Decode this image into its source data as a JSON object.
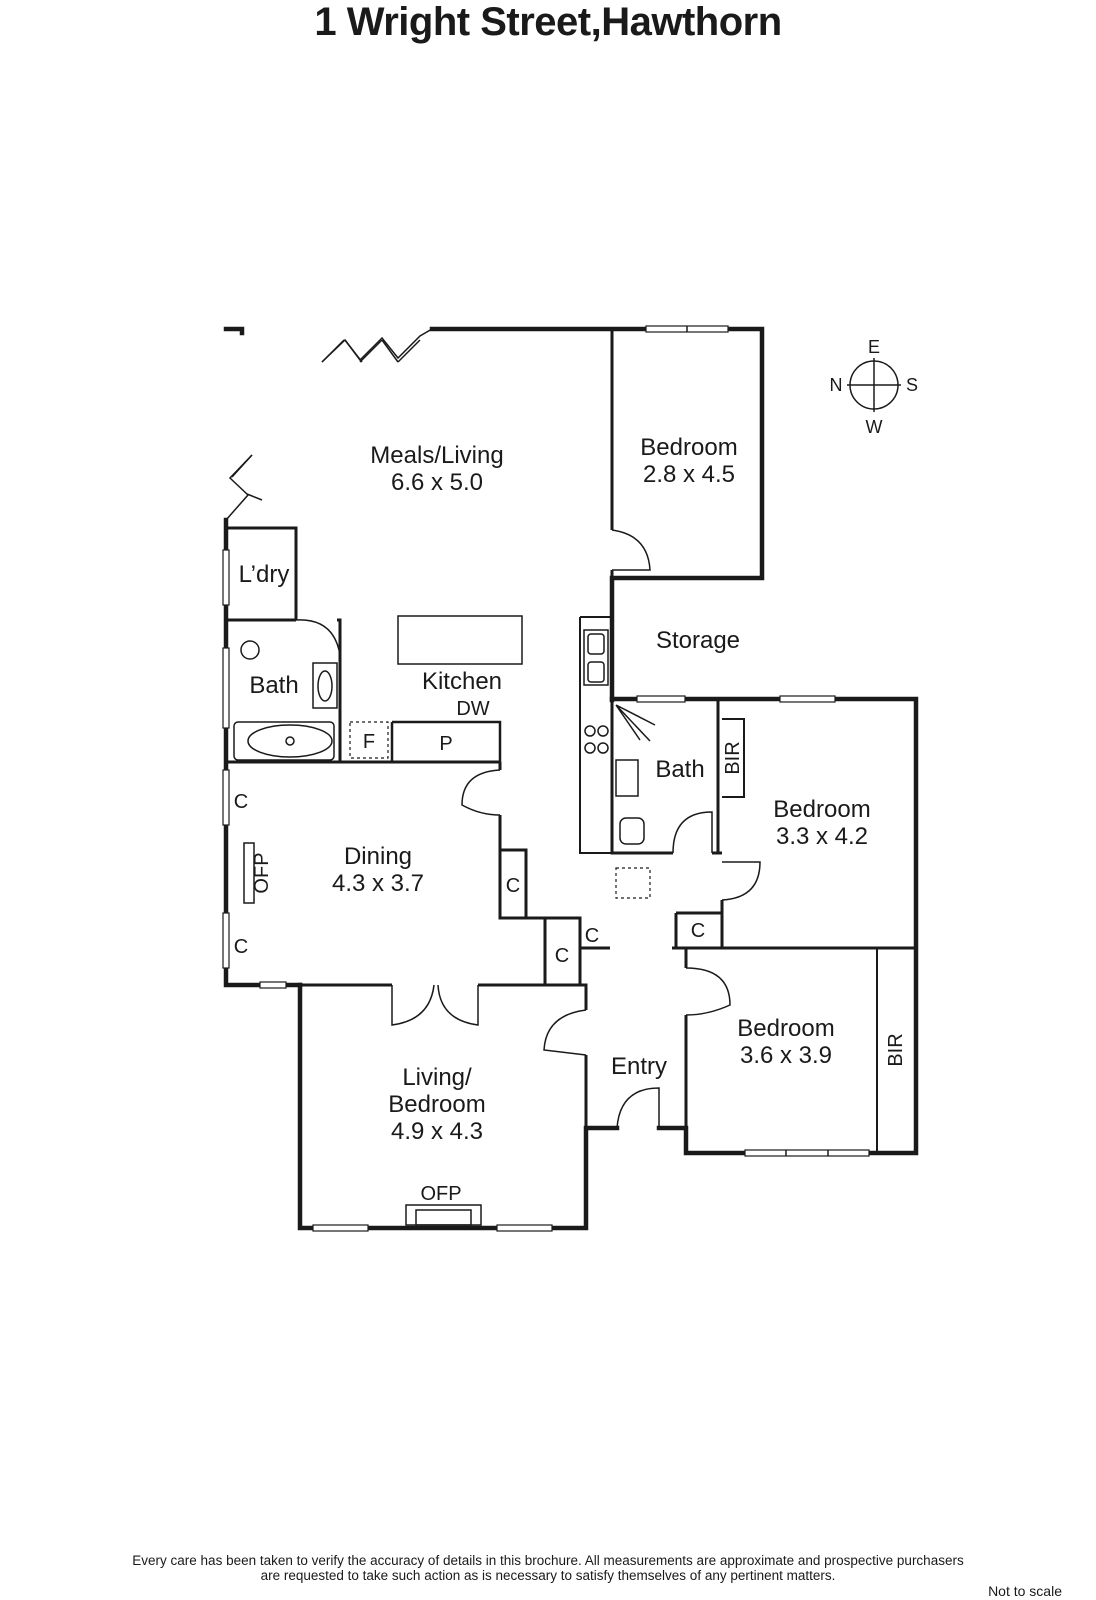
{
  "title": "1 Wright Street,Hawthorn",
  "compass": {
    "north": "N",
    "east": "E",
    "south": "S",
    "west": "W"
  },
  "rooms": {
    "meals_living": {
      "name": "Meals/Living",
      "size": "6.6 x 5.0"
    },
    "bedroom_top": {
      "name": "Bedroom",
      "size": "2.8 x 4.5"
    },
    "laundry": {
      "name": "L’dry"
    },
    "storage": {
      "name": "Storage"
    },
    "bath_left": {
      "name": "Bath"
    },
    "kitchen": {
      "name": "Kitchen",
      "dw": "DW",
      "fridge": "F",
      "pantry": "P"
    },
    "bath_center": {
      "name": "Bath"
    },
    "bedroom_mid": {
      "name": "Bedroom",
      "size": "3.3 x 4.2",
      "bir": "BIR"
    },
    "dining": {
      "name": "Dining",
      "size": "4.3 x 3.7",
      "ofp": "OFP"
    },
    "living_bedroom": {
      "name_line1": "Living/",
      "name_line2": "Bedroom",
      "size": "4.9 x 4.3",
      "ofp": "OFP"
    },
    "entry": {
      "name": "Entry"
    },
    "bedroom_bottom": {
      "name": "Bedroom",
      "size": "3.6 x 3.9",
      "bir": "BIR"
    }
  },
  "cupboard_label": "C",
  "disclaimer_line1": "Every care has been taken to verify the accuracy of details in this brochure.  All measurements are approximate and prospective purchasers",
  "disclaimer_line2": "are requested to take such action as is necessary to satisfy themselves of any pertinent matters.",
  "not_to_scale": "Not to scale"
}
